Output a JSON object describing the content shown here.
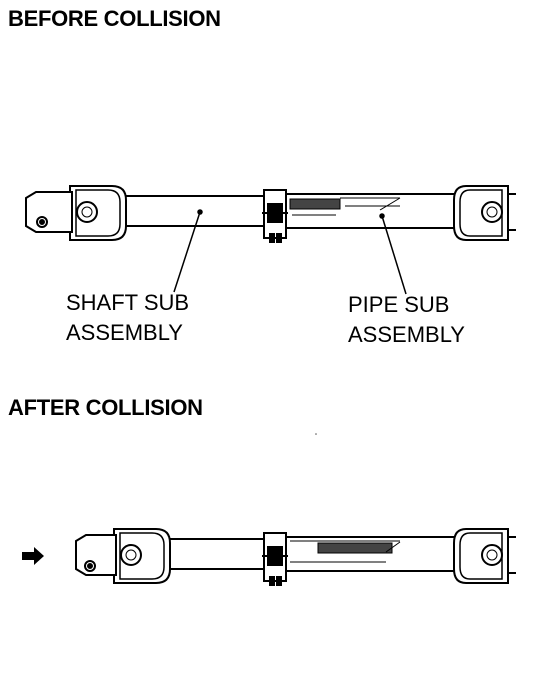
{
  "sections": {
    "before": {
      "title": "BEFORE COLLISION"
    },
    "after": {
      "title": "AFTER COLLISION"
    }
  },
  "labels": {
    "shaft_sub": {
      "line1": "SHAFT SUB",
      "line2": "ASSEMBLY"
    },
    "pipe_sub": {
      "line1": "PIPE SUB",
      "line2": "ASSEMBLY"
    }
  },
  "icons": {
    "impact_direction": "arrow-right-icon"
  }
}
